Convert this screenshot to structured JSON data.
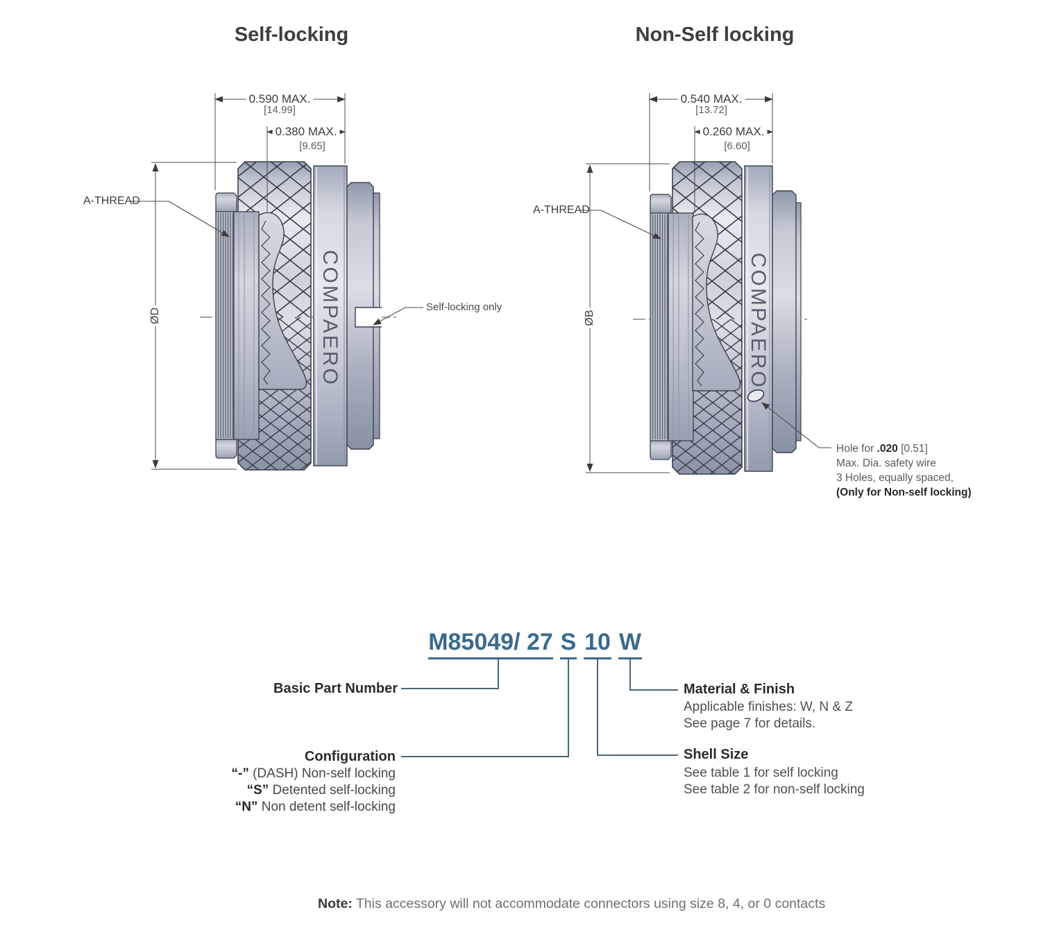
{
  "left_drawing": {
    "title": "Self-locking",
    "dim_outer": {
      "value": "0.590 MAX.",
      "metric": "[14.99]"
    },
    "dim_inner": {
      "value": "0.380 MAX.",
      "metric": "[9.65]"
    },
    "thread_label": "A-THREAD",
    "diameter_label": "ØD",
    "brand": "COMPAERO",
    "slot_label": "Self-locking only"
  },
  "right_drawing": {
    "title": "Non-Self locking",
    "dim_outer": {
      "value": "0.540 MAX.",
      "metric": "[13.72]"
    },
    "dim_inner": {
      "value": "0.260 MAX.",
      "metric": "[6.60]"
    },
    "thread_label": "A-THREAD",
    "diameter_label": "ØB",
    "brand": "COMPAERO",
    "hole_note": {
      "line1_pre": "Hole for ",
      "line1_bold": ".020",
      "line1_post": " [0.51]",
      "line2": "Max. Dia. safety wire",
      "line3": "3 Holes, equally spaced,",
      "line4": "(Only for Non-self locking)"
    }
  },
  "part_number": {
    "basic": "M85049/ 27",
    "config": "S",
    "shell": "10",
    "finish": "W",
    "accent_color": "#3a6b8d"
  },
  "legend": {
    "basic_part_number": {
      "label": "Basic Part Number"
    },
    "material_finish": {
      "label": "Material & Finish",
      "line1": "Applicable finishes: W, N & Z",
      "line2": "See page 7 for details."
    },
    "configuration": {
      "label": "Configuration",
      "options": [
        {
          "code": "“-”",
          "desc": " (DASH) Non-self locking"
        },
        {
          "code": "“S”",
          "desc": " Detented self-locking"
        },
        {
          "code": "“N”",
          "desc": " Non detent self-locking"
        }
      ]
    },
    "shell_size": {
      "label": "Shell Size",
      "line1": "See table 1 for self locking",
      "line2": "See table 2 for non-self locking"
    }
  },
  "note": {
    "label": "Note:",
    "text": " This accessory will not accommodate connectors using size 8, 4, or 0 contacts"
  }
}
